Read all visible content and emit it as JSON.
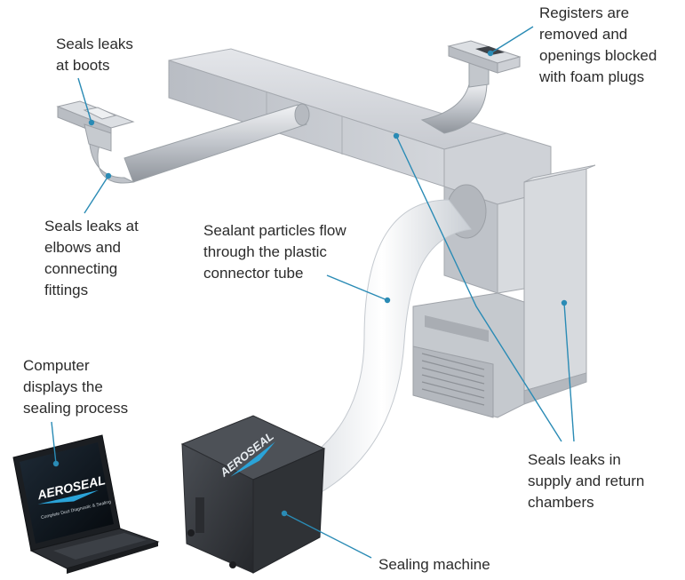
{
  "diagram": {
    "callouts": {
      "boots": "Seals leaks\nat boots",
      "registers": "Registers are\nremoved and\nopenings blocked\nwith foam plugs",
      "elbows": "Seals leaks at\nelbows and\nconnecting\nfittings",
      "sealant": "Sealant particles flow\nthrough the plastic\nconnector tube",
      "computer": "Computer\ndisplays the\nsealing process",
      "chambers": "Seals leaks in\nsupply and return\nchambers",
      "machine": "Sealing machine"
    },
    "laptop_screen": {
      "brand": "AEROSEAL",
      "tagline": "Complete Duct Diagnostic & Sealing"
    },
    "machine_brand": "AEROSEAL",
    "colors": {
      "leader_line": "#2a8bb5",
      "duct_metal": "#c9ccd1",
      "flex_tube": "#eef0f3",
      "machine_body": "#3a3d42",
      "brand_accent": "#2aa3d8"
    }
  }
}
